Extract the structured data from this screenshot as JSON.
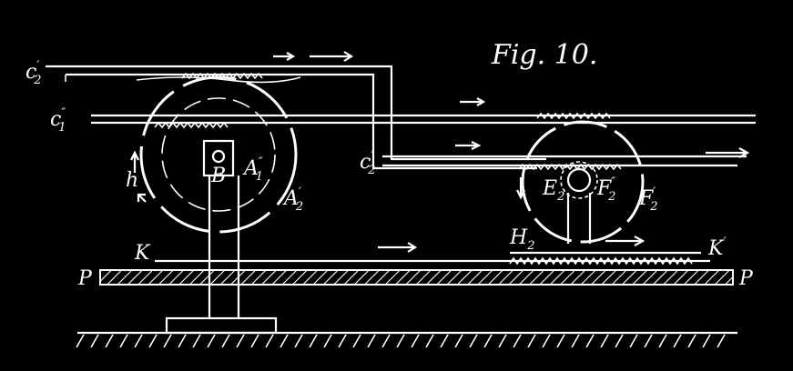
{
  "figure": {
    "title": "Fig. 10.",
    "labels": {
      "c2": {
        "main": "c",
        "sup": "′",
        "sub": "2"
      },
      "c1": {
        "main": "c",
        "sup": "″",
        "sub": "1"
      },
      "c2b": {
        "main": "c",
        "sup": "′",
        "sub": "2"
      },
      "h": "h",
      "B": "B",
      "A1": {
        "main": "A",
        "sup": "″",
        "sub": "1"
      },
      "A2": {
        "main": "A",
        "sup": "′",
        "sub": "2"
      },
      "E2": {
        "main": "E",
        "sub": "2"
      },
      "F2pp": {
        "main": "F",
        "sup": "″",
        "sub": "2"
      },
      "F2p": {
        "main": "F",
        "sup": "′",
        "sub": "2"
      },
      "H2": {
        "main": "H",
        "sub": "2"
      },
      "K": "K",
      "K1": {
        "main": "K",
        "sup": "′"
      },
      "P_left": "P",
      "P_right": "P"
    }
  }
}
